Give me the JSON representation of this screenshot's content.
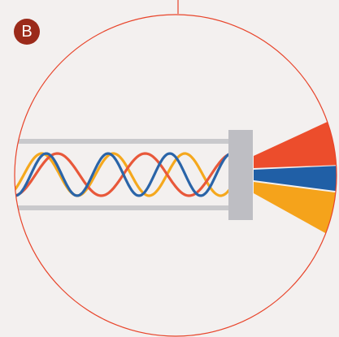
{
  "panel": {
    "label": "B"
  },
  "colors": {
    "background": "#f3f0ef",
    "circle_outline": "#e8442a",
    "badge": "#9b2a1a",
    "tube": "#c9c9cc",
    "filter": "#bebec3",
    "wave_red": "#e8583a",
    "wave_blue": "#2a64a8",
    "wave_yellow": "#f5a81d"
  },
  "icons": [
    "leader-line",
    "optical-tube",
    "grating-filter",
    "red-light-beam",
    "blue-light-beam",
    "yellow-light-beam"
  ]
}
